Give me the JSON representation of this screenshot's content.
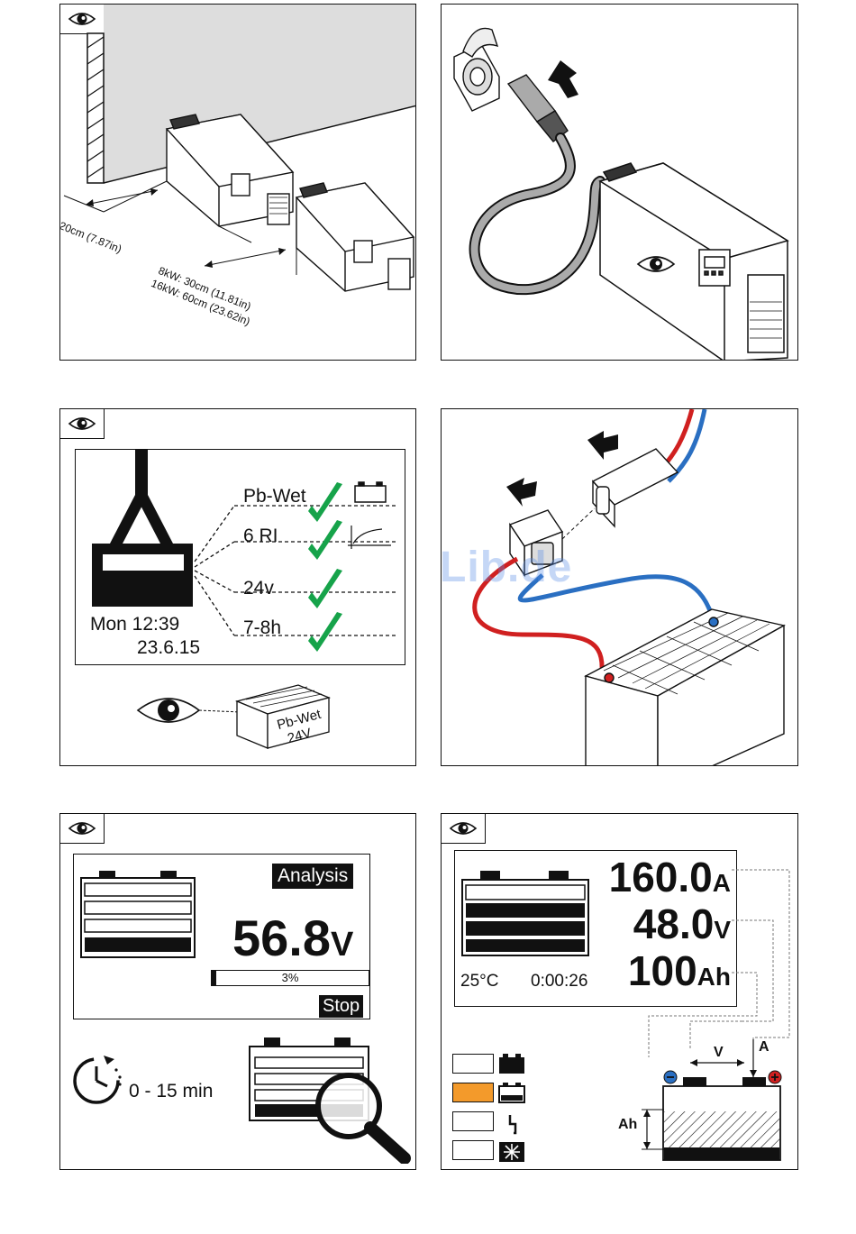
{
  "panel1": {
    "label_wall": "20cm (7.87in)",
    "label_8kw": "8kW: 30cm (11.81in)",
    "label_16kw": "16kW: 60cm (23.62in)"
  },
  "panel3": {
    "menu_items": [
      "Pb-Wet",
      "6 RI",
      "24v",
      "7-8h"
    ],
    "date_time": "Mon 12:39",
    "date": "23.6.15",
    "battery_label_1": "Pb-Wet",
    "battery_label_2": "24V"
  },
  "panel4": {
    "watermark": "ManualsLib.de"
  },
  "panel5": {
    "mode_badge": "Analysis",
    "voltage": "56.8",
    "voltage_unit": "V",
    "progress_text": "3%",
    "progress_value": 0.03,
    "stop_button": "Stop",
    "duration": "0 - 15 min"
  },
  "panel6": {
    "current": "160.0",
    "current_unit": "A",
    "voltage": "48.0",
    "voltage_unit": "V",
    "capacity": "100",
    "capacity_unit": "Ah",
    "temperature": "25°C",
    "elapsed": "0:00:26",
    "diagram_label_v": "V",
    "diagram_label_a": "A",
    "diagram_label_ah": "Ah",
    "led_active_color": "#f39a2b"
  }
}
